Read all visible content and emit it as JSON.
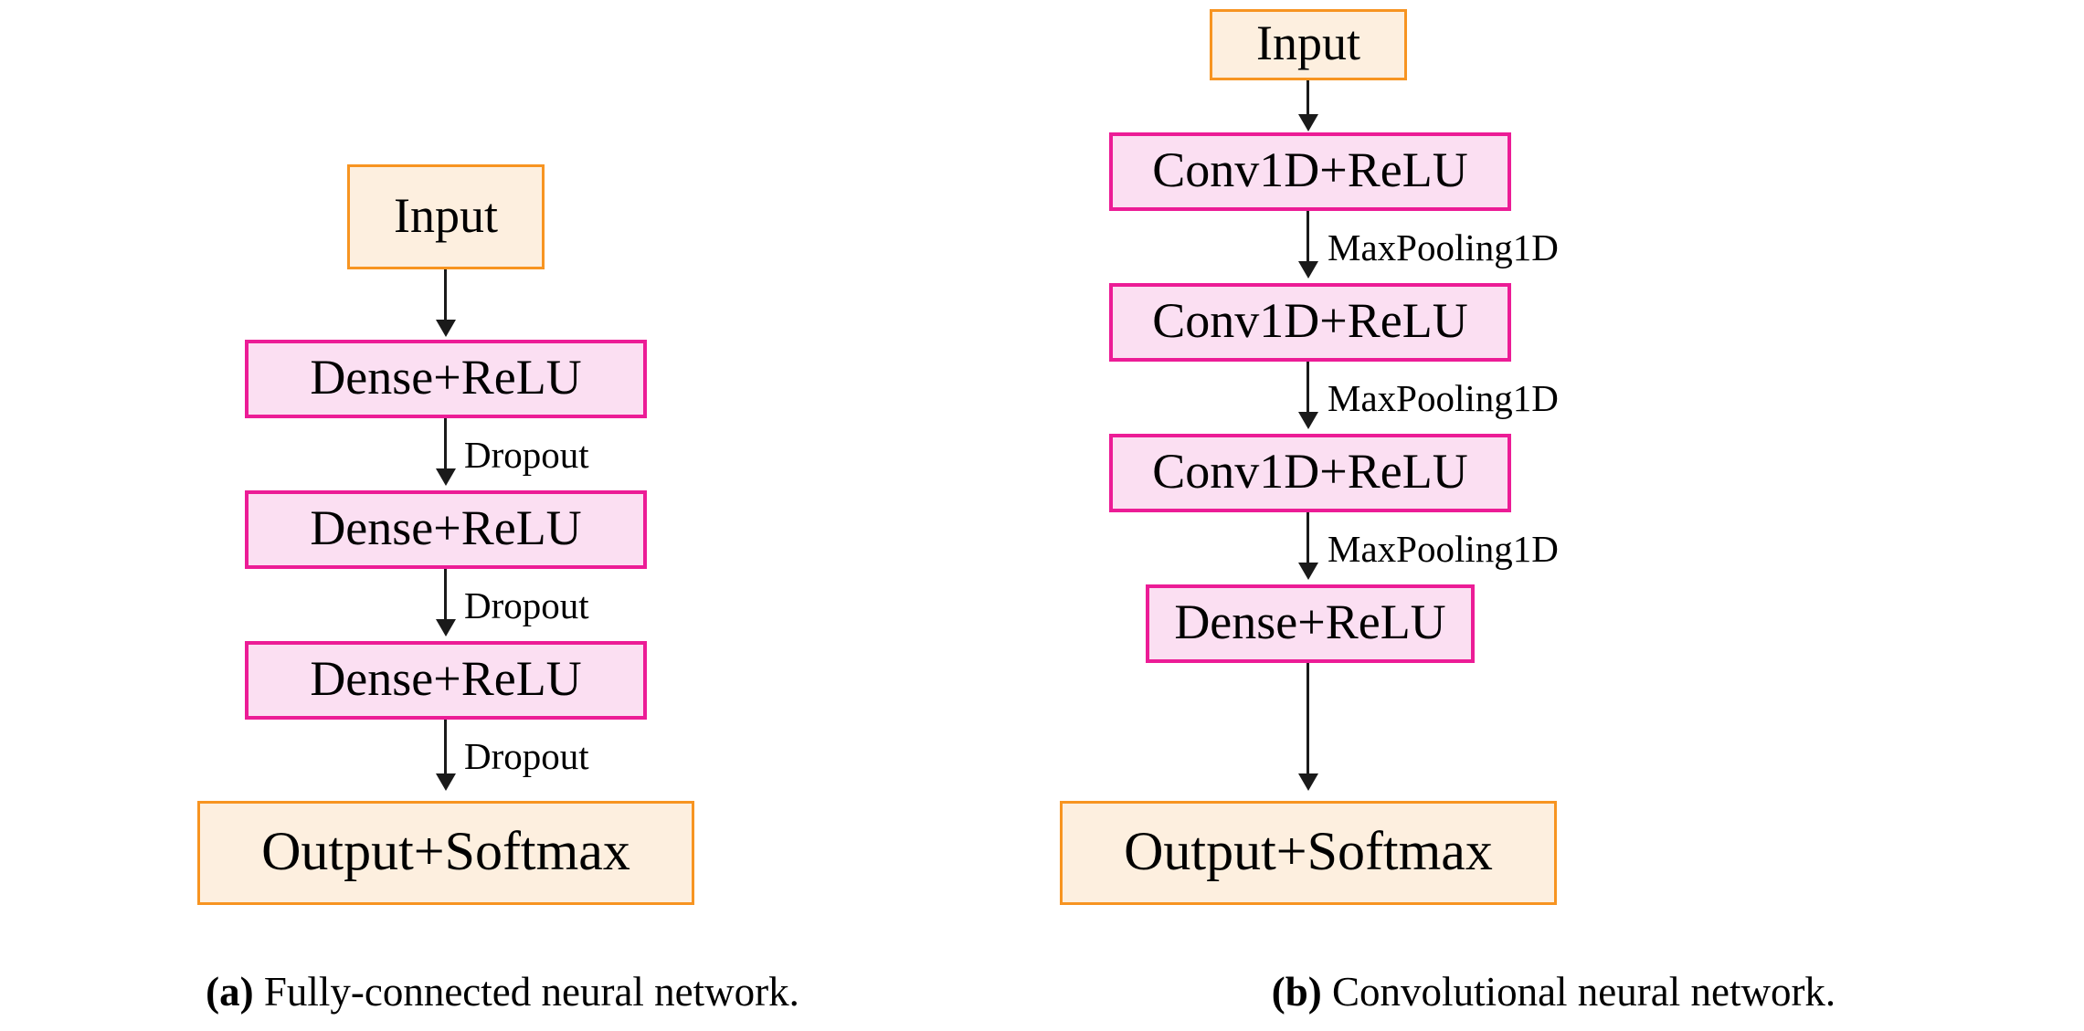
{
  "colors": {
    "io_fill": "#FDEFDF",
    "io_border": "#F79421",
    "layer_fill": "#FBDFF2",
    "layer_border": "#EC1C96",
    "edge": "#1a1a1a",
    "text": "#000000",
    "background": "#ffffff"
  },
  "panel_a": {
    "caption_tag": "(a)",
    "caption_text": "Fully-connected neural network.",
    "nodes": [
      {
        "id": "a-input",
        "label": "Input",
        "type": "io"
      },
      {
        "id": "a-dense1",
        "label": "Dense+ReLU",
        "type": "hidden-layer"
      },
      {
        "id": "a-dense2",
        "label": "Dense+ReLU",
        "type": "hidden-layer"
      },
      {
        "id": "a-dense3",
        "label": "Dense+ReLU",
        "type": "hidden-layer"
      },
      {
        "id": "a-output",
        "label": "Output+Softmax",
        "type": "io"
      }
    ],
    "edges": [
      {
        "from": "a-input",
        "to": "a-dense1",
        "label": ""
      },
      {
        "from": "a-dense1",
        "to": "a-dense2",
        "label": "Dropout"
      },
      {
        "from": "a-dense2",
        "to": "a-dense3",
        "label": "Dropout"
      },
      {
        "from": "a-dense3",
        "to": "a-output",
        "label": "Dropout"
      }
    ]
  },
  "panel_b": {
    "caption_tag": "(b)",
    "caption_text": "Convolutional neural network.",
    "nodes": [
      {
        "id": "b-input",
        "label": "Input",
        "type": "io"
      },
      {
        "id": "b-conv1",
        "label": "Conv1D+ReLU",
        "type": "hidden-layer"
      },
      {
        "id": "b-conv2",
        "label": "Conv1D+ReLU",
        "type": "hidden-layer"
      },
      {
        "id": "b-conv3",
        "label": "Conv1D+ReLU",
        "type": "hidden-layer"
      },
      {
        "id": "b-dense",
        "label": "Dense+ReLU",
        "type": "hidden-layer"
      },
      {
        "id": "b-output",
        "label": "Output+Softmax",
        "type": "io"
      }
    ],
    "edges": [
      {
        "from": "b-input",
        "to": "b-conv1",
        "label": ""
      },
      {
        "from": "b-conv1",
        "to": "b-conv2",
        "label": "MaxPooling1D"
      },
      {
        "from": "b-conv2",
        "to": "b-conv3",
        "label": "MaxPooling1D"
      },
      {
        "from": "b-conv3",
        "to": "b-dense",
        "label": "MaxPooling1D"
      },
      {
        "from": "b-dense",
        "to": "b-output",
        "label": ""
      }
    ]
  }
}
